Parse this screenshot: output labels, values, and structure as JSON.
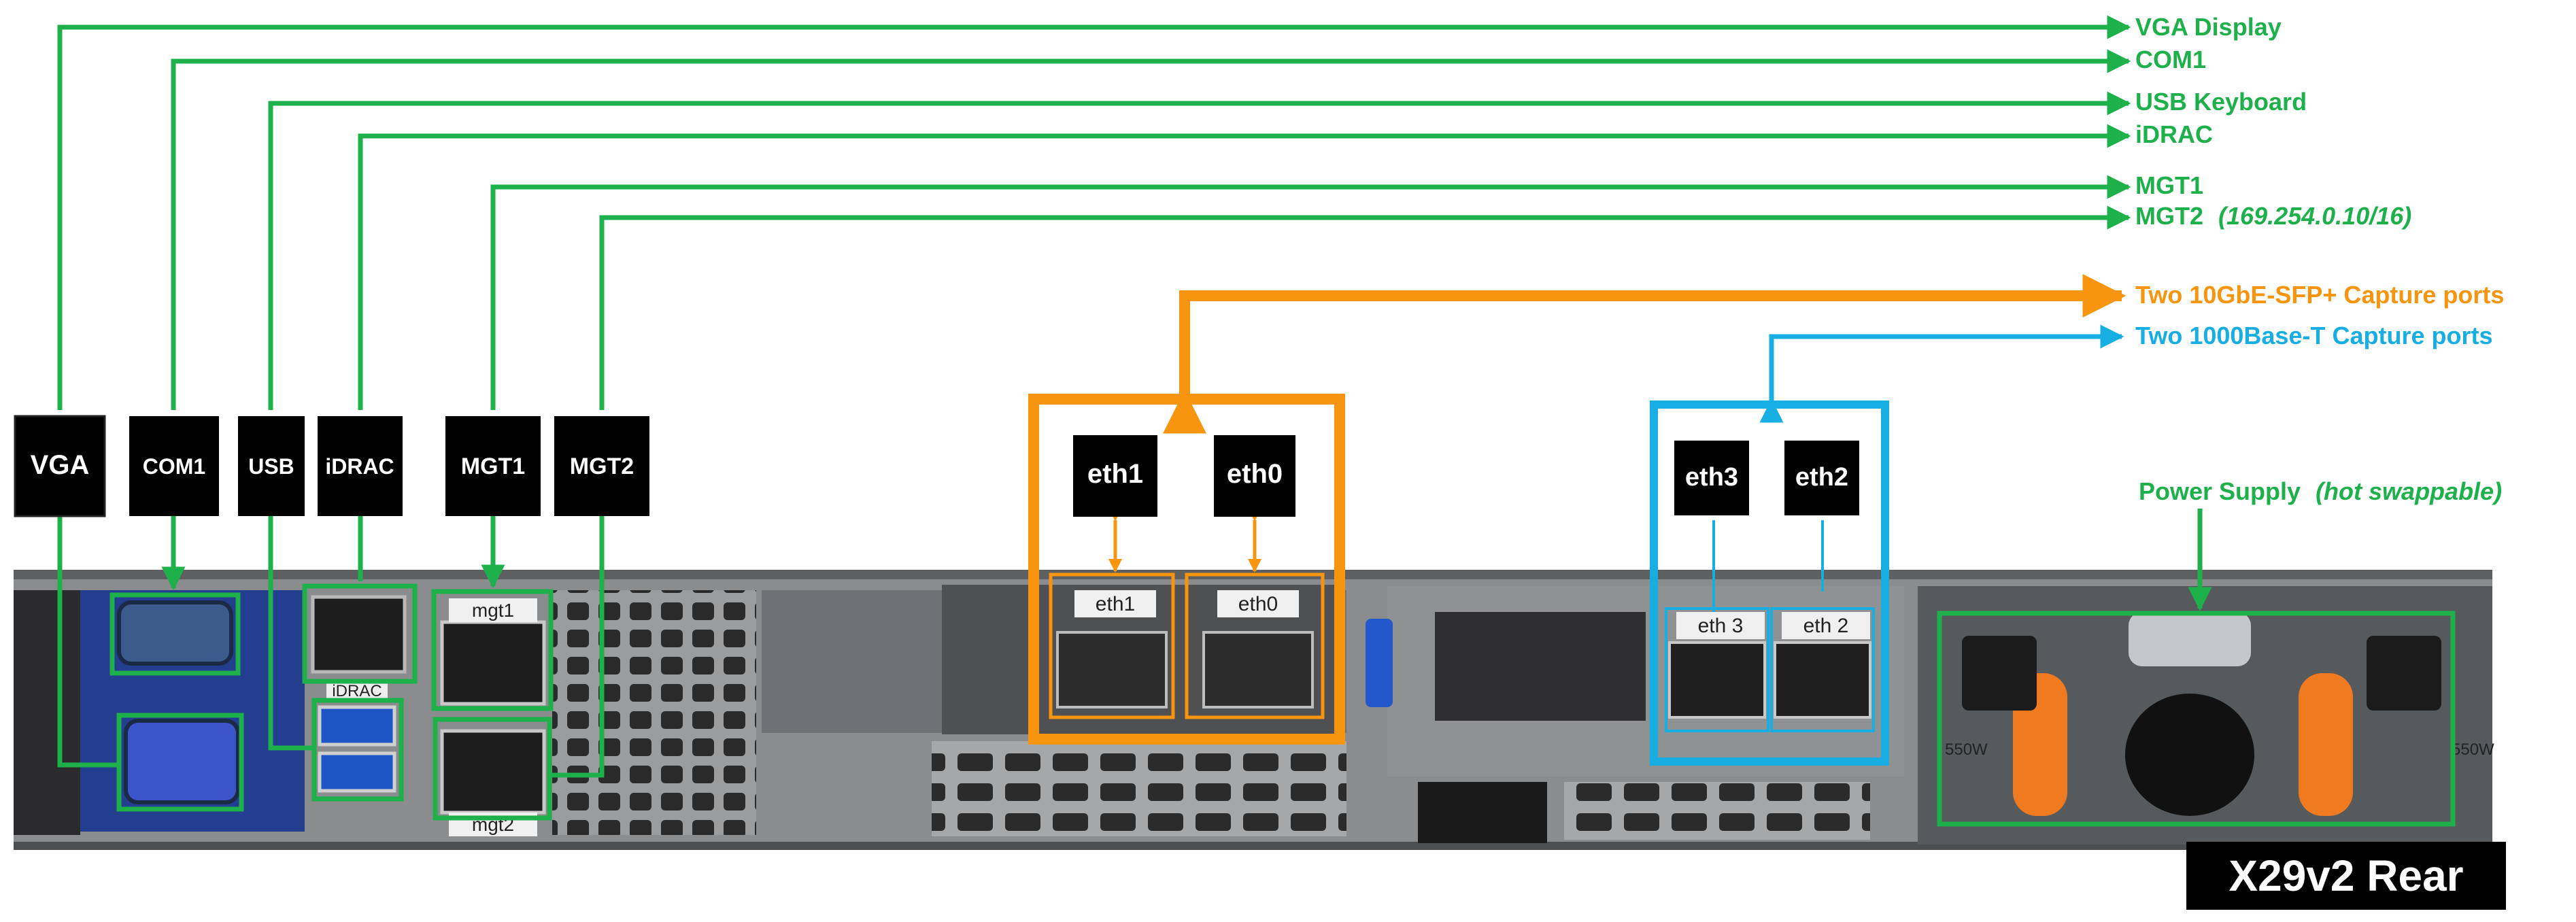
{
  "colors": {
    "green": "#1db04b",
    "orange": "#f7950f",
    "blue": "#17aee3",
    "black": "#000000",
    "chassis": "#7a7d80",
    "blue_panel": "#233d8f"
  },
  "callouts": {
    "vga_display": "VGA Display",
    "com1": "COM1",
    "usb_keyboard": "USB Keyboard",
    "idrac": "iDRAC",
    "mgt1": "MGT1",
    "mgt2": "MGT2",
    "mgt2_ip": "(169.254.0.10/16)",
    "sfp_capture": "Two 10GbE-SFP+ Capture ports",
    "base_t_capture": "Two 1000Base-T Capture ports",
    "power_supply": "Power Supply",
    "power_supply_note": "(hot swappable)"
  },
  "port_boxes": {
    "vga": "VGA",
    "com1": "COM1",
    "usb": "USB",
    "idrac": "iDRAC",
    "mgt1": "MGT1",
    "mgt2": "MGT2",
    "eth1": "eth1",
    "eth0": "eth0",
    "eth3": "eth3",
    "eth2": "eth2"
  },
  "hardware_labels": {
    "idrac": "iDRAC",
    "mgt1": "mgt1",
    "mgt2": "mgt2",
    "eth1": "eth1",
    "eth0": "eth0",
    "eth3": "eth 3",
    "eth2": "eth 2",
    "psu_left": "550W",
    "psu_right": "550W"
  },
  "title": "X29v2 Rear"
}
